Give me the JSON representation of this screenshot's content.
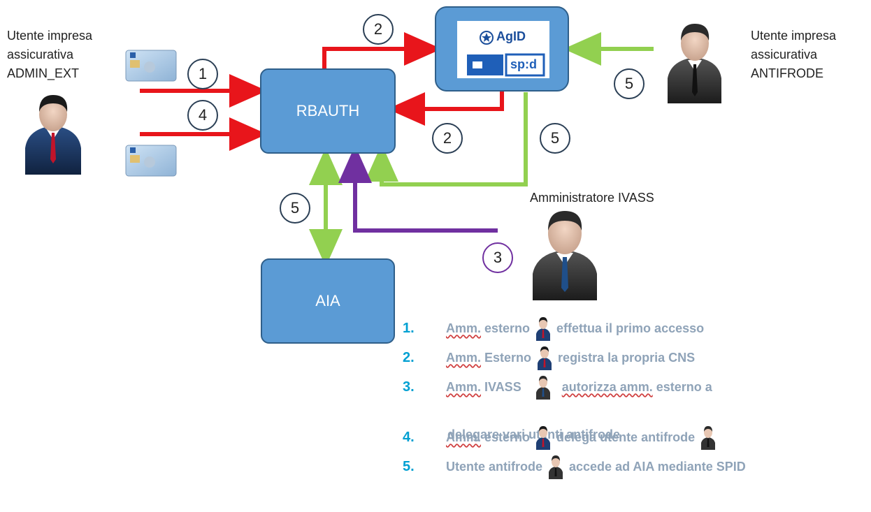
{
  "actors": {
    "admin_ext": [
      "Utente impresa",
      "assicurativa",
      "ADMIN_EXT"
    ],
    "antifrode": [
      "Utente impresa",
      "assicurativa",
      "ANTIFRODE"
    ],
    "ivass": "Amministratore IVASS"
  },
  "boxes": {
    "rbauth": "RBAUTH",
    "aia": "AIA",
    "agid_logo": "AgID",
    "spid_logo": "sp:d"
  },
  "steps": {
    "s1": "1",
    "s2_top": "2",
    "s2_bottom": "2",
    "s3": "3",
    "s4": "4",
    "s5_antifrode": "5",
    "s5_spid": "5",
    "s5_aia": "5"
  },
  "legend": [
    {
      "num": "1.",
      "pre": "Amm.",
      "mid": " esterno",
      "post": "effettua il primo accesso"
    },
    {
      "num": "2.",
      "pre": "Amm.",
      "mid": " Esterno",
      "post": "registra la propria CNS"
    },
    {
      "num": "3.",
      "pre": "Amm.",
      "mid": " IVASS",
      "post_u": "autorizza amm.",
      "post": " esterno a"
    },
    {
      "num": "4.",
      "pre": "Amm.",
      "mid": " esterno",
      "post": "delega utente antifrode"
    },
    {
      "num": "5.",
      "pre": "",
      "mid": "Utente antifrode",
      "post": "accede ad AIA mediante SPID"
    }
  ],
  "legend_continuation": "delegare vari utenti antifrode",
  "colors": {
    "red_arrow": "#e8151b",
    "green_arrow": "#92d050",
    "purple_arrow": "#7030a0",
    "box_fill": "#5b9bd5",
    "legend_num": "#00a0d2",
    "legend_text": "#8fa3b8"
  }
}
